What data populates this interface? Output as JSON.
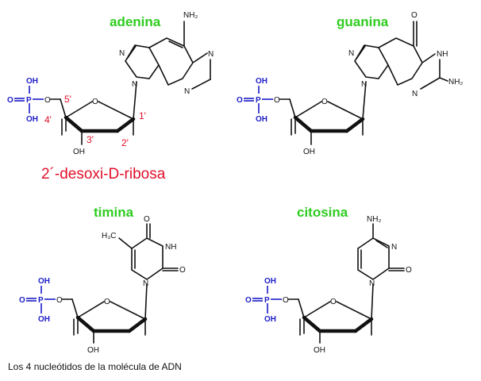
{
  "nucleotides": [
    {
      "name": "adenina"
    },
    {
      "name": "guanina"
    },
    {
      "name": "timina"
    },
    {
      "name": "citosina"
    }
  ],
  "sugar": {
    "name": "2´-desoxi-D-ribosa",
    "carbons": [
      "5'",
      "4'",
      "3'",
      "2'",
      "1'"
    ]
  },
  "atoms": {
    "phosphorus": "P",
    "oxygen": "O",
    "hydroxyl": "OH",
    "nitrogen": "N",
    "nh": "NH",
    "amine": "NH₂",
    "methyl": "H₃C"
  },
  "caption": "Los 4 nucleótidos de la molécula de ADN",
  "colors": {
    "title": "#2ecc1f",
    "phosphate": "#1c1cc8",
    "sugar_label": "#e0102a",
    "bonds": "#111111"
  }
}
